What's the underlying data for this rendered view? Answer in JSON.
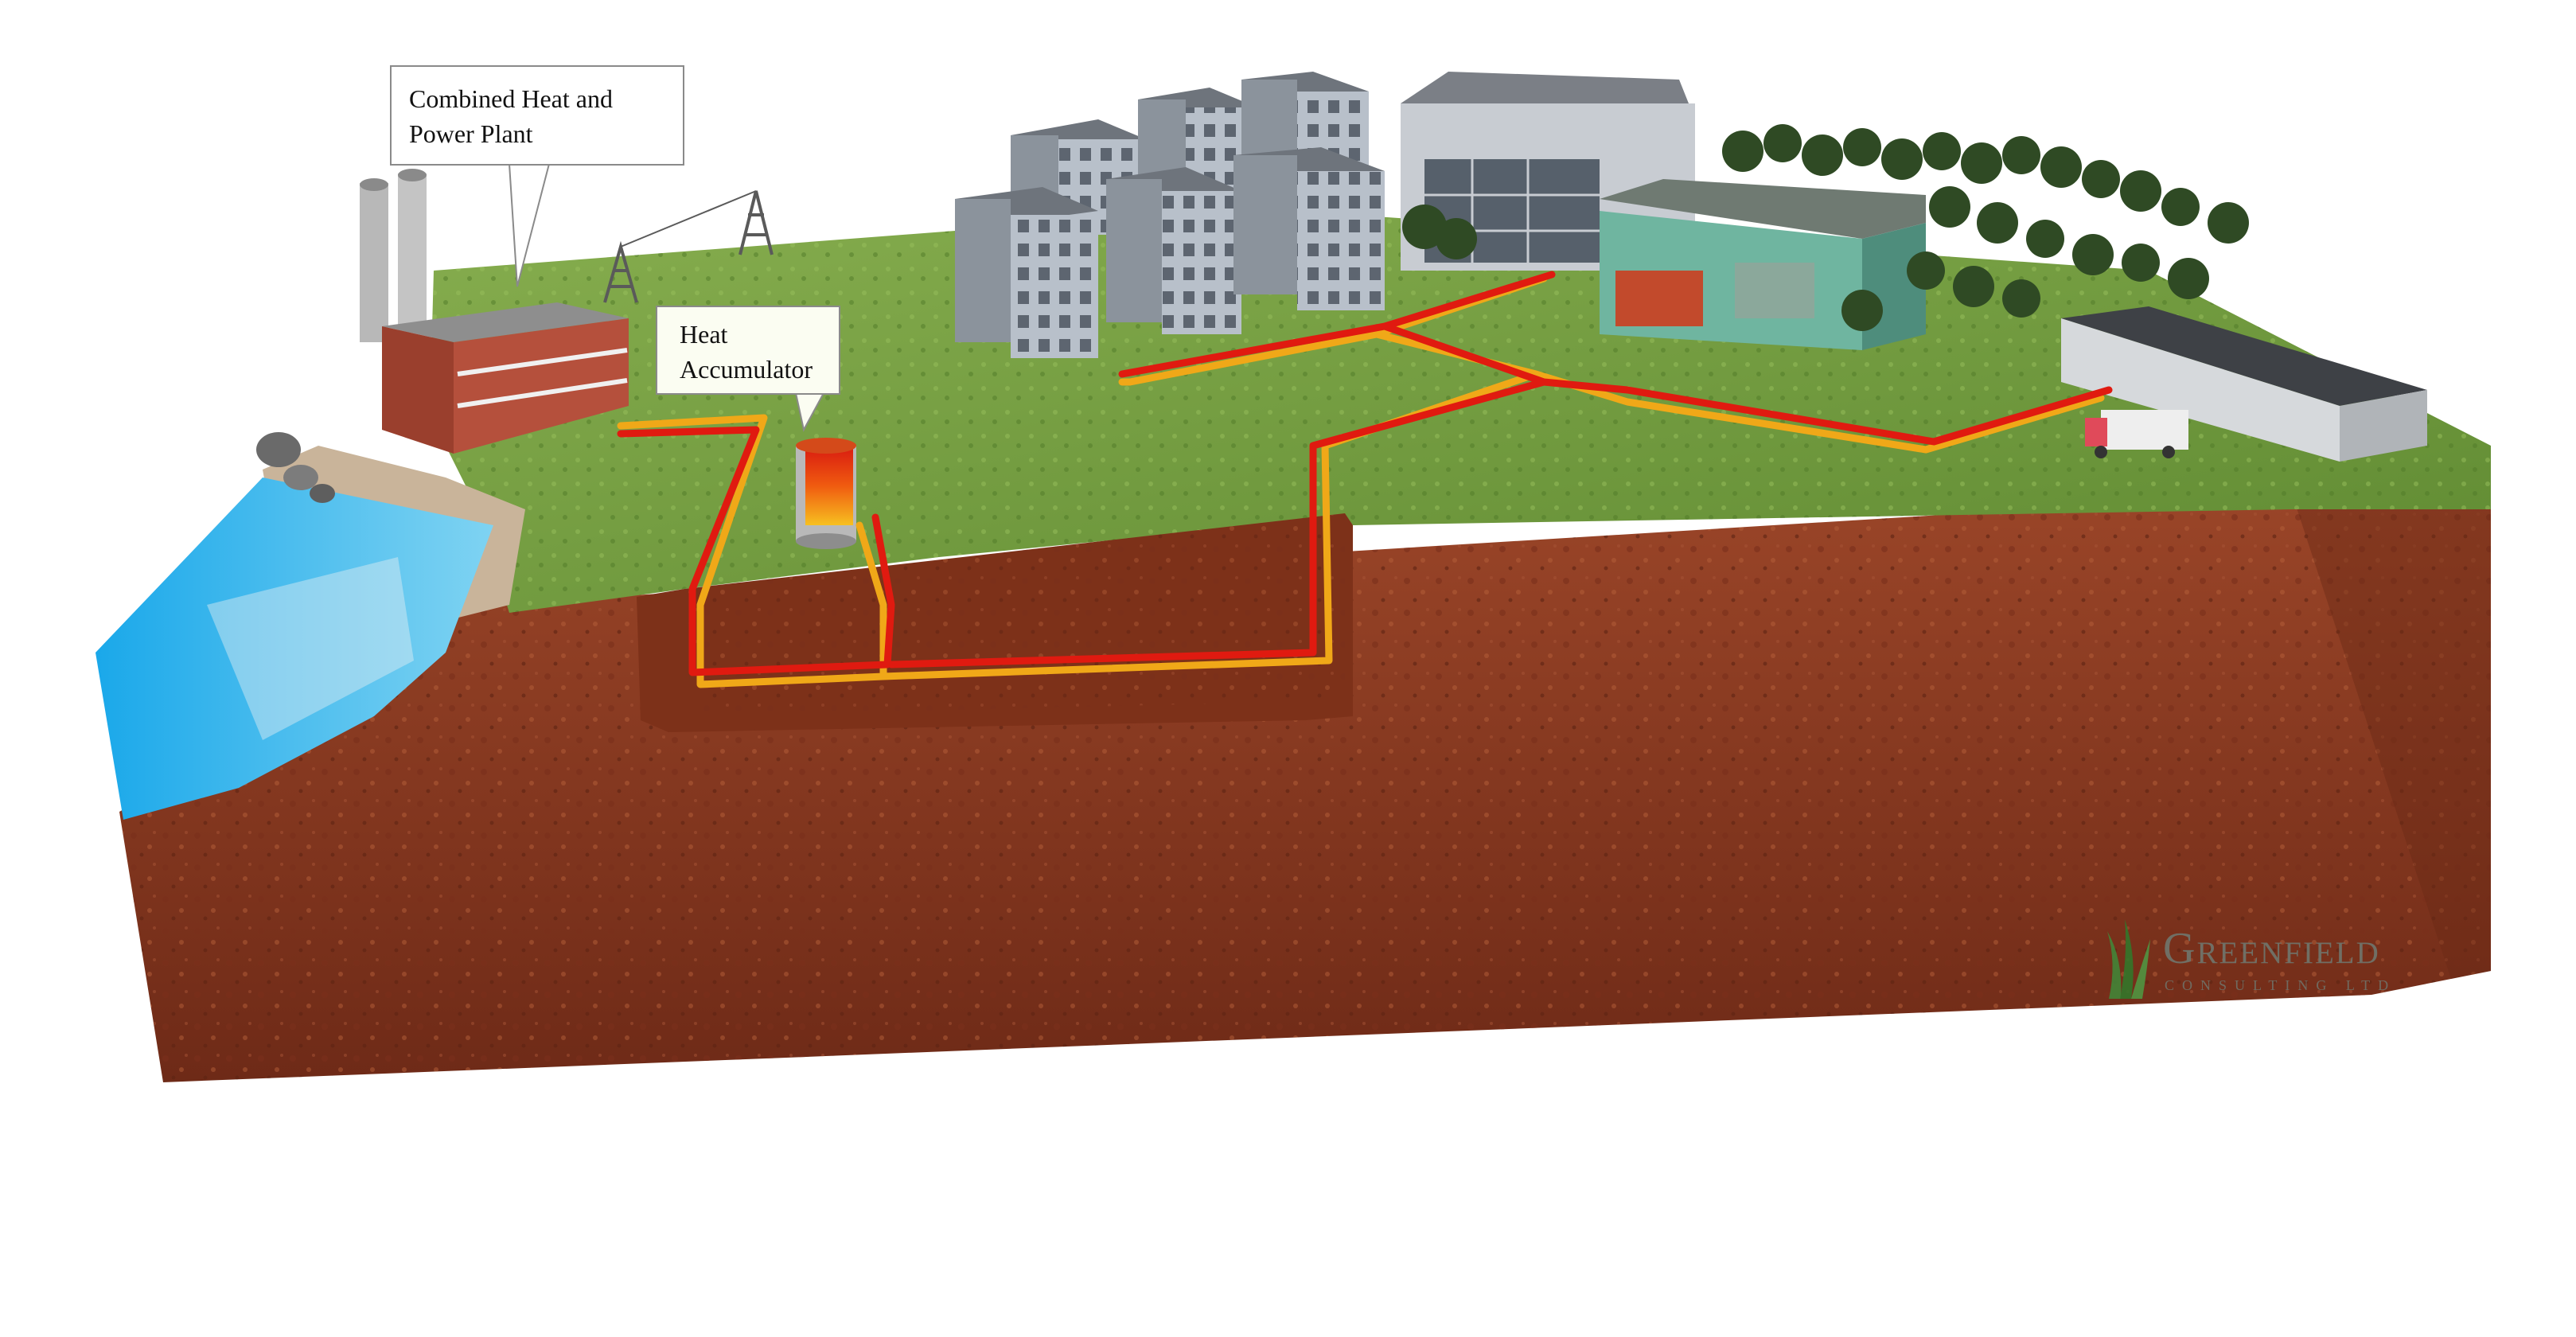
{
  "callouts": {
    "chp": {
      "line1": "Combined Heat and",
      "line2": "Power Plant"
    },
    "accumulator": {
      "line1": "Heat",
      "line2": "Accumulator"
    }
  },
  "logo": {
    "name": "Greenfield",
    "subtitle": "CONSULTING LTD"
  },
  "colors": {
    "soil": "#8a3a22",
    "grass": "#6f9a3c",
    "water": "#2fb5e8",
    "pipe_supply": "#e01a10",
    "pipe_return": "#f0a818",
    "building_grey": "#9aa2ad",
    "brick": "#b5503c"
  }
}
